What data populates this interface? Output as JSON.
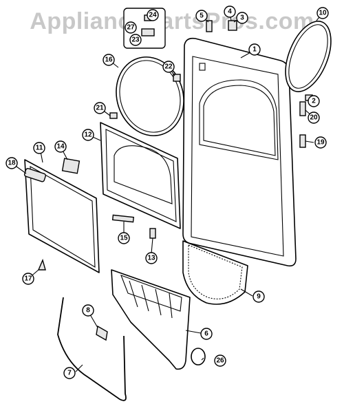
{
  "watermark": "AppliancePartsPros.com",
  "callouts": [
    {
      "id": "1"
    },
    {
      "id": "2"
    },
    {
      "id": "3"
    },
    {
      "id": "4"
    },
    {
      "id": "5"
    },
    {
      "id": "6"
    },
    {
      "id": "7"
    },
    {
      "id": "8"
    },
    {
      "id": "9"
    },
    {
      "id": "10"
    },
    {
      "id": "11"
    },
    {
      "id": "12"
    },
    {
      "id": "13"
    },
    {
      "id": "14"
    },
    {
      "id": "15"
    },
    {
      "id": "16"
    },
    {
      "id": "17"
    },
    {
      "id": "18"
    },
    {
      "id": "19"
    },
    {
      "id": "20"
    },
    {
      "id": "21"
    },
    {
      "id": "22"
    },
    {
      "id": "23"
    },
    {
      "id": "24"
    },
    {
      "id": "26"
    },
    {
      "id": "27"
    }
  ]
}
